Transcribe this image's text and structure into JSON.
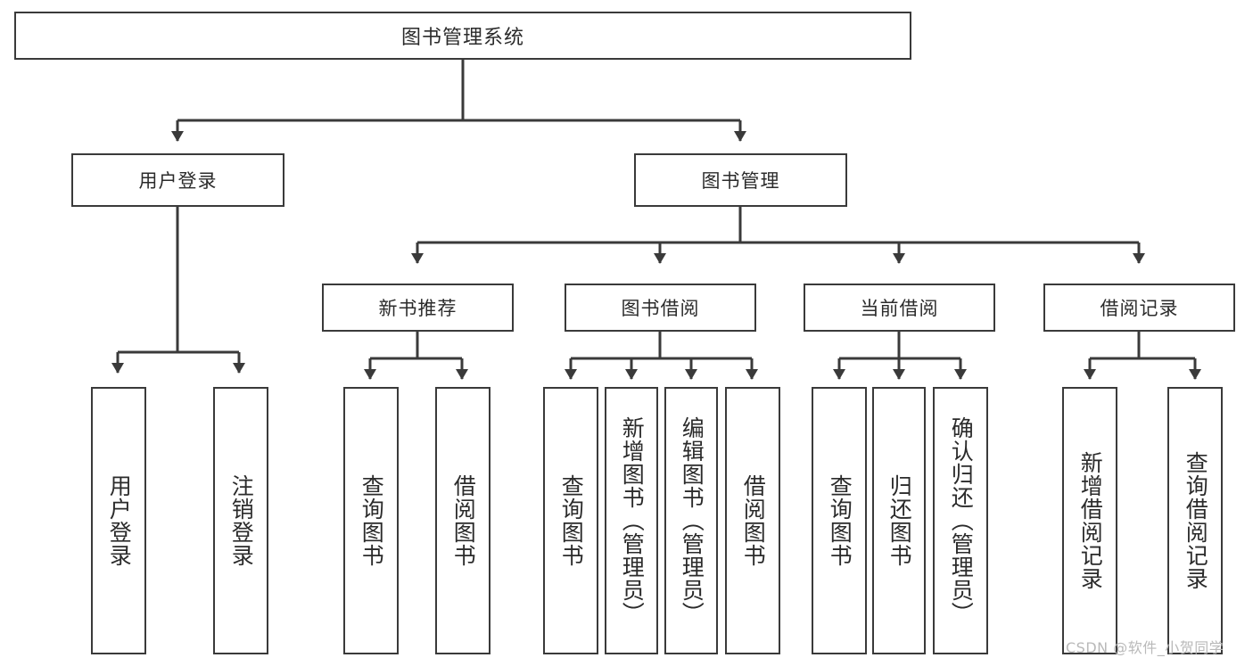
{
  "diagram": {
    "type": "tree-hierarchy",
    "title": "图书管理系统",
    "watermark": "CSDN @软件_小贺同学",
    "colors": {
      "background": "#ffffff",
      "node_fill": "#ffffff",
      "node_border": "#3a3a3a",
      "edge": "#3a3a3a",
      "text": "#2b2b2b",
      "watermark": "#b9b9b9"
    },
    "levels": {
      "level0": [
        {
          "id": "root",
          "label": "图书管理系统",
          "orientation": "horizontal"
        }
      ],
      "level1": [
        {
          "id": "user-login",
          "label": "用户登录",
          "orientation": "horizontal"
        },
        {
          "id": "book-manage",
          "label": "图书管理",
          "orientation": "horizontal"
        }
      ],
      "level2": [
        {
          "id": "new-book-rec",
          "label": "新书推荐",
          "orientation": "horizontal",
          "parent": "book-manage"
        },
        {
          "id": "book-borrow",
          "label": "图书借阅",
          "orientation": "horizontal",
          "parent": "book-manage"
        },
        {
          "id": "current-borrow",
          "label": "当前借阅",
          "orientation": "horizontal",
          "parent": "book-manage"
        },
        {
          "id": "borrow-record",
          "label": "借阅记录",
          "orientation": "horizontal",
          "parent": "book-manage"
        }
      ],
      "level3": [
        {
          "id": "leaf-user-login",
          "label": "用户登录",
          "orientation": "vertical",
          "parent": "user-login"
        },
        {
          "id": "leaf-logout",
          "label": "注销登录",
          "orientation": "vertical",
          "parent": "user-login"
        },
        {
          "id": "leaf-query-book-1",
          "label": "查询图书",
          "orientation": "vertical",
          "parent": "new-book-rec"
        },
        {
          "id": "leaf-borrow-book-1",
          "label": "借阅图书",
          "orientation": "vertical",
          "parent": "new-book-rec"
        },
        {
          "id": "leaf-query-book-2",
          "label": "查询图书",
          "orientation": "vertical",
          "parent": "book-borrow"
        },
        {
          "id": "leaf-add-book",
          "label": "新增图书（管理员）",
          "orientation": "vertical",
          "parent": "book-borrow"
        },
        {
          "id": "leaf-edit-book",
          "label": "编辑图书（管理员）",
          "orientation": "vertical",
          "parent": "book-borrow"
        },
        {
          "id": "leaf-borrow-book-2",
          "label": "借阅图书",
          "orientation": "vertical",
          "parent": "book-borrow"
        },
        {
          "id": "leaf-query-book-3",
          "label": "查询图书",
          "orientation": "vertical",
          "parent": "current-borrow"
        },
        {
          "id": "leaf-return-book",
          "label": "归还图书",
          "orientation": "vertical",
          "parent": "current-borrow"
        },
        {
          "id": "leaf-confirm-return",
          "label": "确认归还（管理员）",
          "orientation": "vertical",
          "parent": "current-borrow"
        },
        {
          "id": "leaf-add-record",
          "label": "新增借阅记录",
          "orientation": "vertical",
          "parent": "borrow-record"
        },
        {
          "id": "leaf-query-record",
          "label": "查询借阅记录",
          "orientation": "vertical",
          "parent": "borrow-record"
        }
      ]
    }
  }
}
